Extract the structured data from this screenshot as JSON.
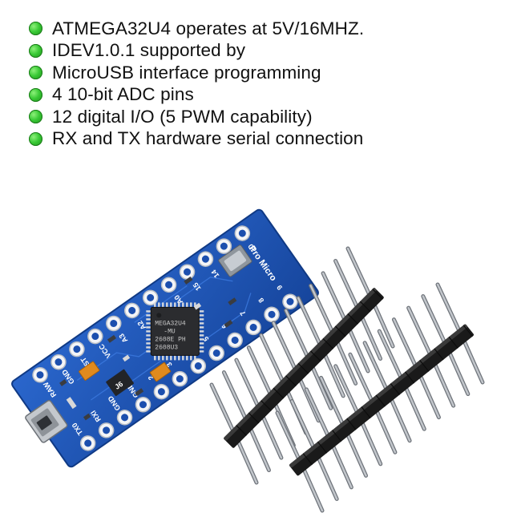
{
  "features": [
    "ATMEGA32U4 operates at 5V/16MHZ.",
    "IDEV1.0.1 supported by",
    "MicroUSB interface programming",
    "4 10-bit ADC pins",
    "12 digital I/O (5 PWM capability)",
    "RX and TX hardware serial connection"
  ],
  "colors": {
    "bullet": "#39c935",
    "pcb": "#1f56b8",
    "header_body": "#1a1a1a",
    "pin": "#a9adb3"
  },
  "board": {
    "label": "Pro Micro",
    "top_pins": [
      "RAW",
      "GND",
      "RST",
      "VCC",
      "A3",
      "A2",
      "A1",
      "A0",
      "15",
      "14",
      "16",
      "10"
    ],
    "bottom_pins": [
      "TX0",
      "RXI",
      "GND",
      "GND",
      "2",
      "3",
      "4",
      "5",
      "6",
      "7",
      "8",
      "9"
    ],
    "chip_lines": [
      "MEGA32U4",
      "-MU",
      "2608E PH",
      "2608U3"
    ],
    "regulator_label": "J6"
  }
}
